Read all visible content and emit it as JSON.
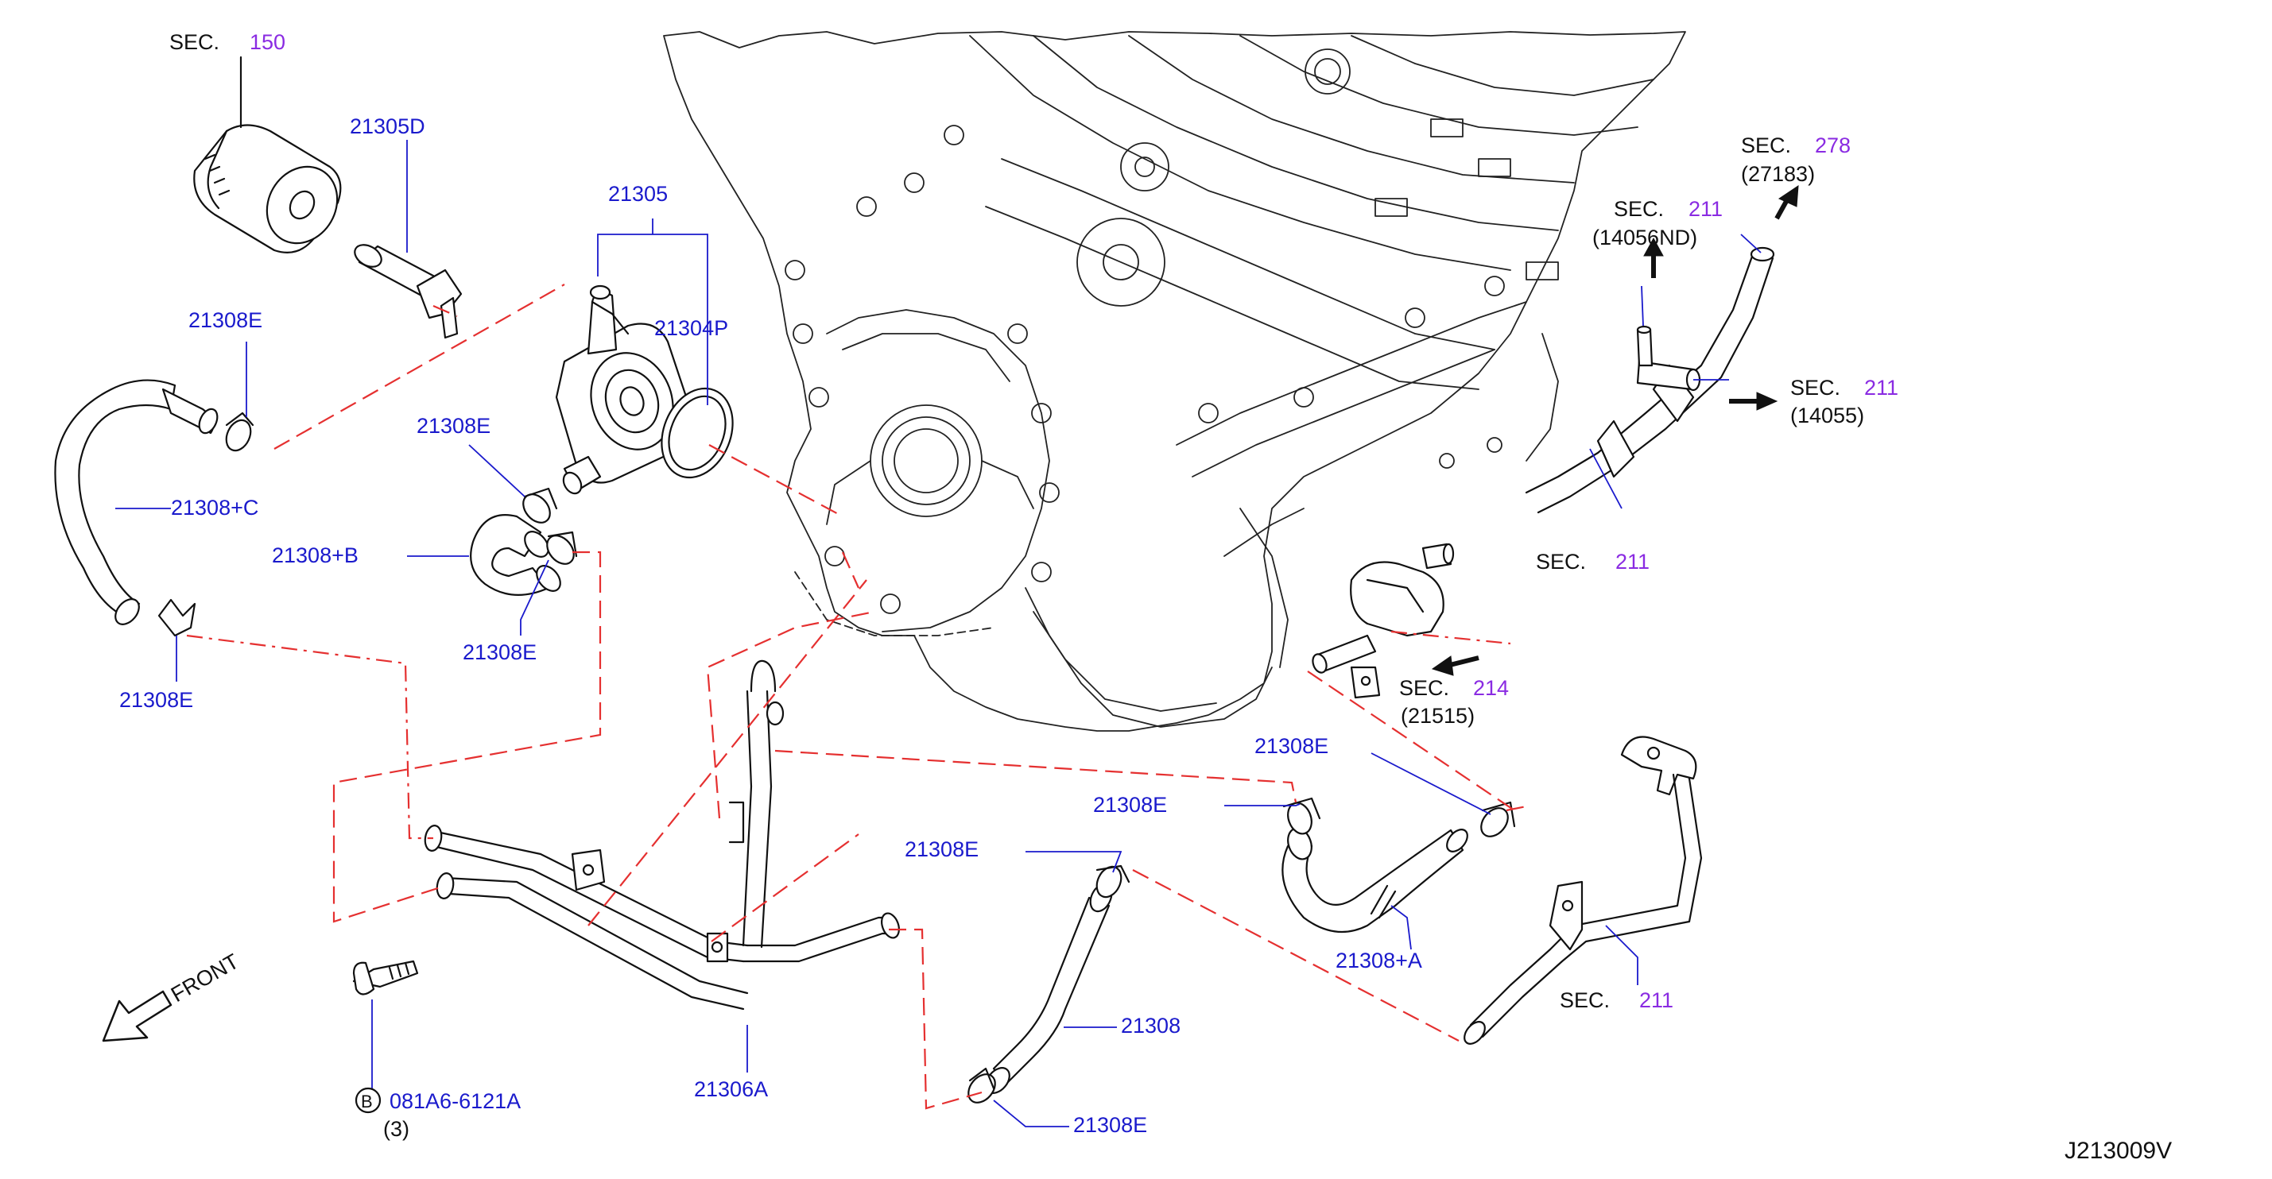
{
  "labels": {
    "sec150_prefix": "SEC.",
    "sec150_num": "150",
    "p21305D": "21305D",
    "p21305": "21305",
    "p21304P": "21304P",
    "p21308E_a": "21308E",
    "p21308E_b": "21308E",
    "p21308C": "21308+C",
    "p21308B": "21308+B",
    "p21308E_c": "21308E",
    "p21308E_d": "21308E",
    "sec278_prefix": "SEC.",
    "sec278_num": "278",
    "sec278_code": "(27183)",
    "sec211a_prefix": "SEC.",
    "sec211a_num": "211",
    "sec211a_code": "(14056ND)",
    "sec211b_prefix": "SEC.",
    "sec211b_num": "211",
    "sec211b_code": "(14055)",
    "sec211c_prefix": "SEC.",
    "sec211c_num": "211",
    "sec214_prefix": "SEC.",
    "sec214_num": "214",
    "sec214_code": "(21515)",
    "p21308E_e": "21308E",
    "p21308E_f": "21308E",
    "p21308E_g": "21308E",
    "p21308A": "21308+A",
    "sec211d_prefix": "SEC.",
    "sec211d_num": "211",
    "p21308": "21308",
    "p21308E_h": "21308E",
    "p21306A": "21306A",
    "bolt_circle": "B",
    "bolt_code": "081A6-6121A",
    "bolt_qty": "(3)",
    "front": "FRONT",
    "diagram_id": "J213009V"
  },
  "colors": {
    "part_number": "#1a1acc",
    "section_number": "#8a2be2",
    "dash_line": "#e53030",
    "outline": "#111111"
  }
}
